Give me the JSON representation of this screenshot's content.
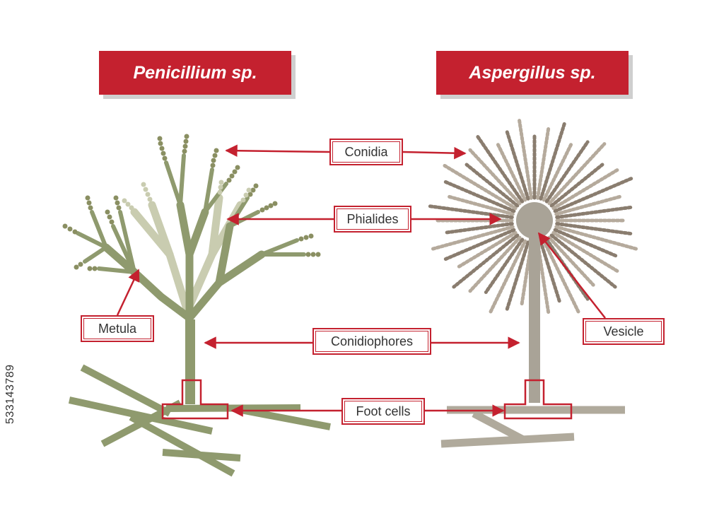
{
  "titles": {
    "left": "Penicillium sp.",
    "right": "Aspergillus sp."
  },
  "labels": {
    "conidia": "Conidia",
    "phialides": "Phialides",
    "metula": "Metula",
    "conidiophores": "Conidiophores",
    "vesicle": "Vesicle",
    "foot_cells": "Foot cells"
  },
  "watermark": "533143789",
  "colors": {
    "accent": "#c4212f",
    "penicillium": "#8f9a6e",
    "penicillium_light": "#c9ccb0",
    "conidia_dark": "#8a8f62",
    "aspergillus": "#a9a397",
    "aspergillus_dark": "#8a7d6f"
  }
}
